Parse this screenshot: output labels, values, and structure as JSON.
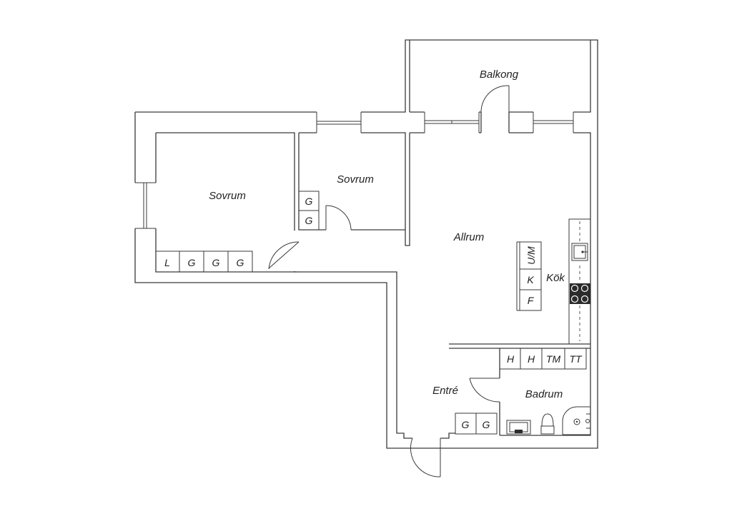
{
  "rooms": {
    "balkong": "Balkong",
    "sovrum_left": "Sovrum",
    "sovrum_mid": "Sovrum",
    "allrum": "Allrum",
    "kok": "Kök",
    "entre": "Entré",
    "badrum": "Badrum"
  },
  "storage": {
    "sovrum_left": [
      "L",
      "G",
      "G",
      "G"
    ],
    "sovrum_mid": [
      "G",
      "G"
    ],
    "entre": [
      "G",
      "G"
    ]
  },
  "kitchen_units": [
    "U/M",
    "K",
    "F"
  ],
  "bath_units": [
    "H",
    "H",
    "TM",
    "TT"
  ]
}
